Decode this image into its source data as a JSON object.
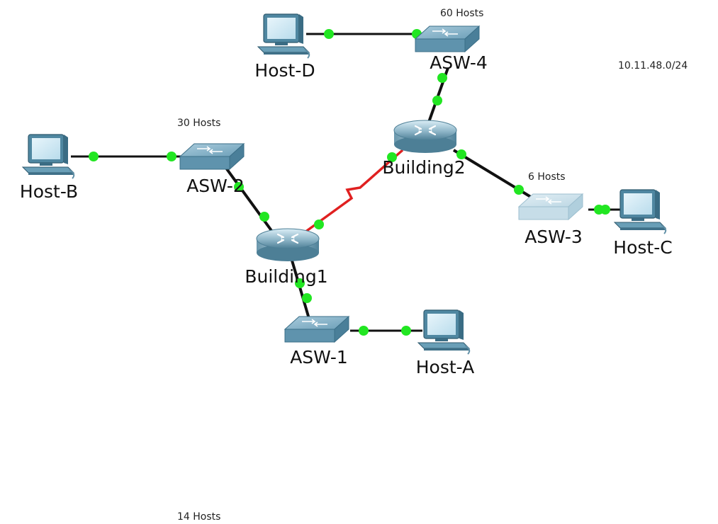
{
  "colors": {
    "background": "#ffffff",
    "ethernet_link": "#111111",
    "serial_link": "#e02020",
    "link_light": "#22e622",
    "switch_body": "#5f93ad",
    "switch_body_dim": "#b9d5e2",
    "router_body": "#8fb6c8",
    "pc_body": "#4a7f99"
  },
  "notes": {
    "subnet": "10.11.48.0/24",
    "asw4_hosts": "60 Hosts",
    "asw2_hosts": "30 Hosts",
    "asw3_hosts": "6 Hosts",
    "asw1_hosts": "14 Hosts"
  },
  "devices": {
    "building1": {
      "label": "Building1",
      "type": "router",
      "icon": "router-icon"
    },
    "building2": {
      "label": "Building2",
      "type": "router",
      "icon": "router-icon"
    },
    "asw1": {
      "label": "ASW-1",
      "type": "switch",
      "icon": "switch-icon"
    },
    "asw2": {
      "label": "ASW-2",
      "type": "switch",
      "icon": "switch-icon"
    },
    "asw3": {
      "label": "ASW-3",
      "type": "switch",
      "icon": "switch-icon"
    },
    "asw4": {
      "label": "ASW-4",
      "type": "switch",
      "icon": "switch-icon"
    },
    "host_a": {
      "label": "Host-A",
      "type": "pc",
      "icon": "pc-icon"
    },
    "host_b": {
      "label": "Host-B",
      "type": "pc",
      "icon": "pc-icon"
    },
    "host_c": {
      "label": "Host-C",
      "type": "pc",
      "icon": "pc-icon"
    },
    "host_d": {
      "label": "Host-D",
      "type": "pc",
      "icon": "pc-icon"
    }
  },
  "links": [
    {
      "from": "host_d",
      "to": "asw4",
      "kind": "ethernet"
    },
    {
      "from": "asw4",
      "to": "building2",
      "kind": "ethernet"
    },
    {
      "from": "host_b",
      "to": "asw2",
      "kind": "ethernet"
    },
    {
      "from": "asw2",
      "to": "building1",
      "kind": "ethernet"
    },
    {
      "from": "building1",
      "to": "building2",
      "kind": "serial"
    },
    {
      "from": "building2",
      "to": "asw3",
      "kind": "ethernet"
    },
    {
      "from": "asw3",
      "to": "host_c",
      "kind": "ethernet"
    },
    {
      "from": "building1",
      "to": "asw1",
      "kind": "ethernet"
    },
    {
      "from": "asw1",
      "to": "host_a",
      "kind": "ethernet"
    }
  ]
}
